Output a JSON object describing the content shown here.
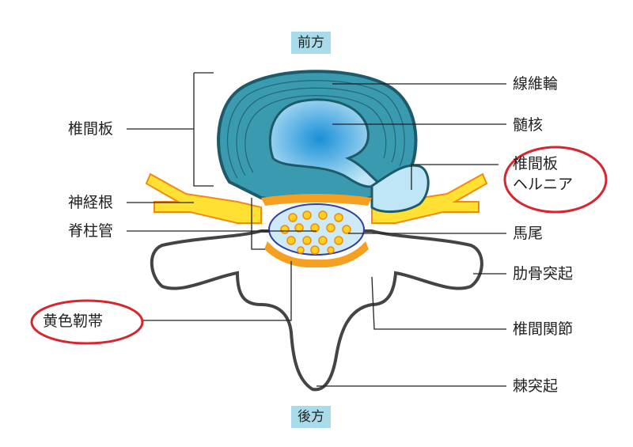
{
  "directions": {
    "front": "前方",
    "back": "後方"
  },
  "labels": {
    "annulus": "線維輪",
    "nucleus": "髄核",
    "herniation_line1": "椎間板",
    "herniation_line2": "ヘルニア",
    "cauda_equina": "馬尾",
    "transverse_process": "肋骨突起",
    "facet_joint": "椎間関節",
    "spinous_process": "棘突起",
    "disc": "椎間板",
    "nerve_root": "神経根",
    "spinal_canal": "脊柱管",
    "ligamentum_flavum": "黄色靭帯"
  },
  "colors": {
    "highlight_ring": "#d8262e",
    "disc": "#3a9ab0",
    "nerve": "#ffe033",
    "ligament": "#f5a020",
    "direction_bg": "#a9dcea"
  }
}
